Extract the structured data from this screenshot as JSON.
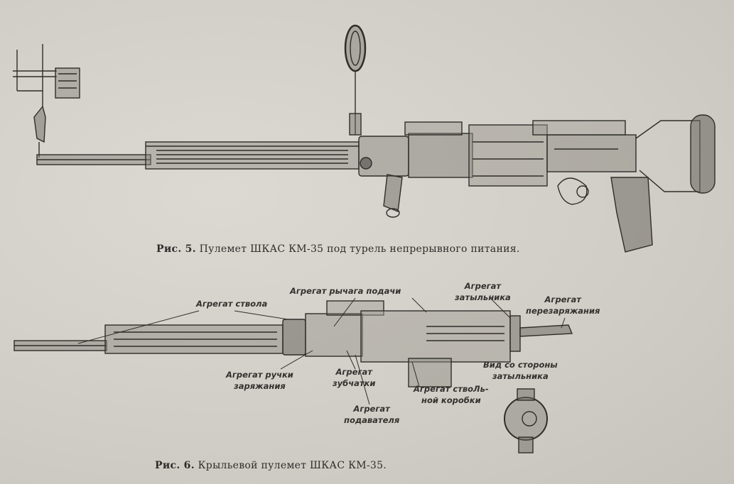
{
  "figure5": {
    "number": "Рис. 5.",
    "caption": "Пулемет ШКАС КМ-35 под турель непрерывного питания."
  },
  "figure6": {
    "number": "Рис. 6.",
    "caption": "Крыльевой пулемет ШКАС КМ-35.",
    "labels": {
      "barrel": "Агрегат ствола",
      "feed_lever": "Агрегат рычага подачи",
      "buttstock_1": "Агрегат",
      "buttstock_2": "затыльника",
      "reload_1": "Агрегат",
      "reload_2": "перезаряжания",
      "charging_handle_1": "Агрегат ручки",
      "charging_handle_2": "заряжания",
      "gear_1": "Агрегат",
      "gear_2": "зубчатки",
      "receiver_1": "Агрегат ствоЛь-",
      "receiver_2": "ной коробки",
      "feeder_1": "Агрегат",
      "feeder_2": "подавателя",
      "rear_view_1": "Вид со стороны",
      "rear_view_2": "затыльника"
    }
  },
  "colors": {
    "paper": "#d3d0ca",
    "ink": "#2b2a28"
  }
}
